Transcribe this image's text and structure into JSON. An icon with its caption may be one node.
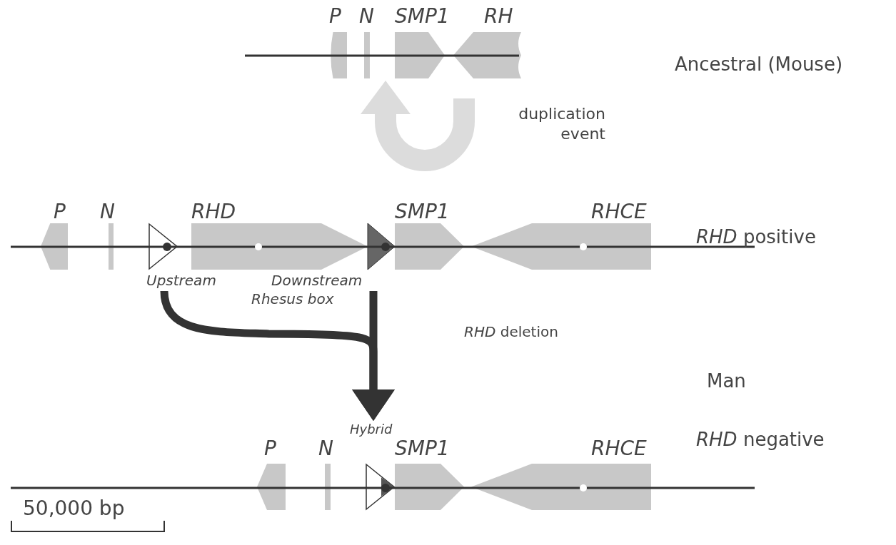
{
  "diagram": {
    "nodes": [
      {
        "text": [
          "P"
        ]
      },
      {
        "text": [
          "N"
        ]
      },
      {
        "text": [
          "SMP1"
        ]
      },
      {
        "text": [
          "RH"
        ]
      },
      {
        "text": [
          "P"
        ]
      },
      {
        "text": [
          "N"
        ]
      },
      {
        "text": [
          "Upstream"
        ]
      },
      {
        "text": [
          "RHD"
        ]
      },
      {
        "text": [
          "Downstream"
        ]
      },
      {
        "text": [
          "SMP1"
        ]
      },
      {
        "text": [
          "RHCE"
        ]
      },
      {
        "text": [
          "P"
        ]
      },
      {
        "text": [
          "N"
        ]
      },
      {
        "text": [
          "Hybrid"
        ]
      },
      {
        "text": [
          "SMP1"
        ]
      },
      {
        "text": [
          "RHCE"
        ]
      }
    ],
    "edges": [
      {
        "from": 6,
        "to": 13,
        "arrow": "to"
      },
      {
        "from": 8,
        "to": 13,
        "arrow": "to"
      }
    ],
    "labels": [
      "Ancestral (Mouse)",
      "duplication event",
      "*RHD* positive",
      "Rhesus box",
      "*RHD* deletion",
      "Man",
      "*RHD* negative",
      "50,000 bp"
    ]
  }
}
